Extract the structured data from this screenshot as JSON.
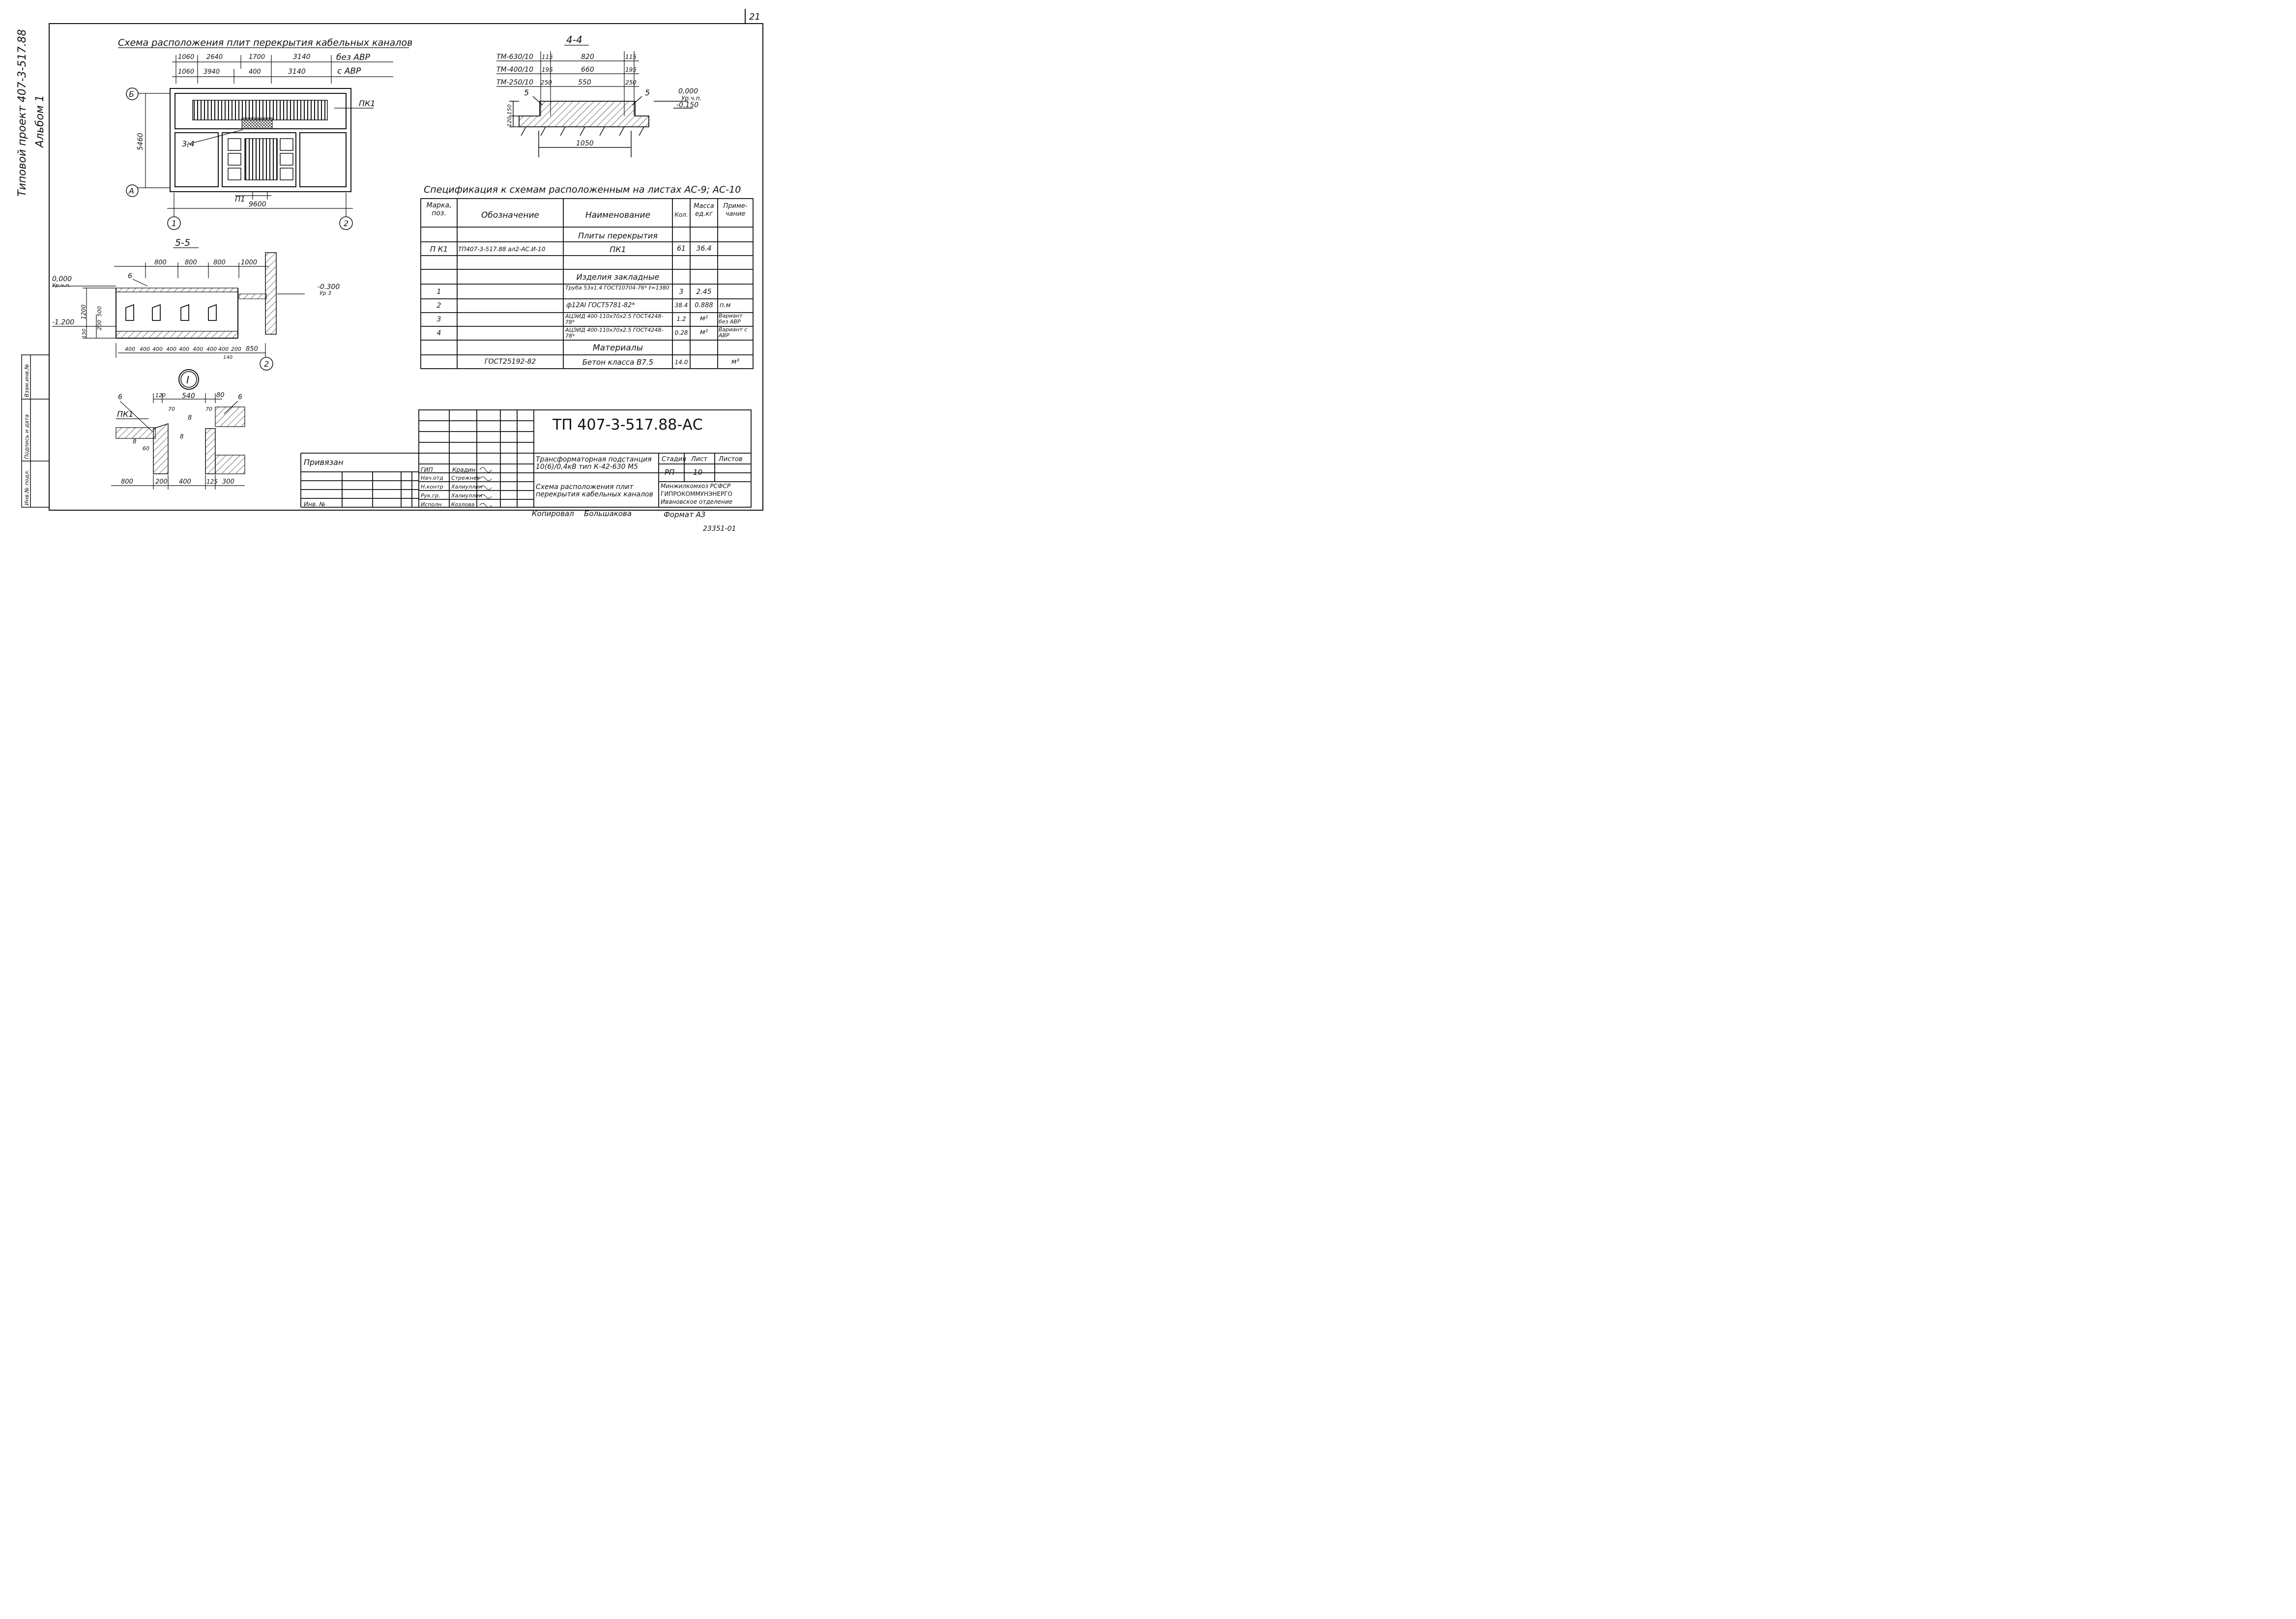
{
  "page_number": "21",
  "side_title": {
    "line1": "Типовой проект 407-3-517.88",
    "line2": "Альбом 1"
  },
  "plan": {
    "title": "Схема расположения плит перекрытия кабельных каналов",
    "dims_row1": [
      "1060",
      "2640",
      "1700",
      "3140"
    ],
    "dims_row1_label": "без АВР",
    "dims_row2": [
      "1060",
      "3940",
      "400",
      "3140"
    ],
    "dims_row2_label": "с АВР",
    "axis_b": "Б",
    "axis_a": "А",
    "axis_1": "1",
    "axis_2": "2",
    "dim_height": "5460",
    "dim_width": "9600",
    "label_pk1": "ПК1",
    "label_34": "3;4",
    "label_p1": "П1"
  },
  "section44": {
    "title": "4-4",
    "rows": [
      {
        "name": "ТМ-630/10",
        "left": "115",
        "mid": "820",
        "right": "115"
      },
      {
        "name": "ТМ-400/10",
        "left": "195",
        "mid": "660",
        "right": "195"
      },
      {
        "name": "ТМ-250/10",
        "left": "250",
        "mid": "550",
        "right": "250"
      }
    ],
    "mark_5_left": "5",
    "mark_5_right": "5",
    "level_000": "0,000",
    "level_ur": "Ур.ч.п.",
    "level_0150": "-0.150",
    "dim_120_150": "120 150",
    "dim_1050": "1050"
  },
  "section55": {
    "title": "5-5",
    "dims_top": [
      "800",
      "800",
      "800",
      "1000"
    ],
    "mark_6": "6",
    "level_000": "0,000",
    "level_ur": "Ур.ч.п.",
    "level_m0300": "-0.300",
    "level_ur3": "Ур 3",
    "level_m1200": "-1.200",
    "dim_1200": "1200",
    "dim_500": "500",
    "dim_200": "200",
    "dim_150": "150",
    "dims_bottom": [
      "400",
      "400",
      "400",
      "400",
      "400",
      "400",
      "400",
      "400",
      "200",
      "850"
    ],
    "dim_140": "140",
    "axis_2": "2"
  },
  "detail1": {
    "title": "I",
    "dims_top": [
      "120",
      "540",
      "80"
    ],
    "mark_6_left": "6",
    "mark_6_right": "6",
    "dim_70_left": "70",
    "dim_70_right": "70",
    "mark_8_left": "8",
    "mark_8_mid": "8",
    "mark_8_center": "8",
    "label_pk1": "ПК1",
    "dim_60": "60",
    "dims_bottom": [
      "800",
      "200",
      "400",
      "125",
      "300"
    ]
  },
  "spec": {
    "title": "Спецификация к схемам расположенным на листах АС-9; АС-10",
    "headers": {
      "mark": "Марка, поз.",
      "designation": "Обозначение",
      "name": "Наименование",
      "qty": "Кол.",
      "mass": "Масса ед.кг",
      "note": "Приме- чание"
    },
    "rows": [
      {
        "mark": "",
        "designation": "",
        "name": "Плиты перекрытия",
        "qty": "",
        "mass": "",
        "note": ""
      },
      {
        "mark": "П К1",
        "designation": "ТП407-3-517.88 ал2-АС.И-10",
        "name": "ПК1",
        "qty": "61",
        "mass": "36.4",
        "note": ""
      },
      {
        "mark": "",
        "designation": "",
        "name": "",
        "qty": "",
        "mass": "",
        "note": ""
      },
      {
        "mark": "",
        "designation": "",
        "name": "Изделия закладные",
        "qty": "",
        "mass": "",
        "note": ""
      },
      {
        "mark": "1",
        "designation": "",
        "name": "Труба 53x1.4 ГОСТ10704-76* ℓ=1380",
        "qty": "3",
        "mass": "2.45",
        "note": ""
      },
      {
        "mark": "2",
        "designation": "",
        "name": "ф12АI ГОСТ5781-82*",
        "qty": "38.4",
        "mass": "0.888",
        "note": "п.м"
      },
      {
        "mark": "3",
        "designation": "",
        "name": "АЦЭИД 400-110x70x2.5 ГОСТ4248-78*",
        "qty": "1.2",
        "mass": "м²",
        "note": "Вариант без АВР"
      },
      {
        "mark": "4",
        "designation": "",
        "name": "АЦЭИД 400-110x70x2.5 ГОСТ4248-78*",
        "qty": "0.28",
        "mass": "м²",
        "note": "Вариант с АВР"
      },
      {
        "mark": "",
        "designation": "",
        "name": "Материалы",
        "qty": "",
        "mass": "",
        "note": ""
      },
      {
        "mark": "",
        "designation": "ГОСТ25192-82",
        "name": "Бетон класса В7.5",
        "qty": "14.0",
        "mass": "",
        "note": "м³"
      }
    ]
  },
  "stamp": {
    "code": "ТП 407-3-517.88-АС",
    "privyazan": "Привязан",
    "inv": "Инв. №",
    "roles": [
      "ГИП",
      "Нач.отд",
      "Н.контр",
      "Рук.гр.",
      "Исполн"
    ],
    "names": [
      "Крадин",
      "Стрежнев",
      "Халиуллин",
      "Халиуллин",
      "Козлова"
    ],
    "title_object": "Трансформаторная подстанция 10(6)/0,4кВ тип К-42-630 М5",
    "title_sheet": "Схема расположения плит перекрытия кабельных каналов",
    "stage_label": "Стадия",
    "sheet_label": "Лист",
    "sheets_label": "Листов",
    "stage_value": "РП",
    "sheet_value": "10",
    "org_line1": "Минжилкомхоз РСФСР",
    "org_line2": "ГИПРОКОММУНЭНЕРГО",
    "org_line3": "Ивановское отделение"
  },
  "left_stamp": {
    "labels": [
      "Инв.№ подл.",
      "Подпись и дата",
      "Взам.инв.№"
    ]
  },
  "footer": {
    "copied": "Копировал",
    "copier": "Большакова",
    "format": "Формат А3",
    "number": "23351-01"
  },
  "colors": {
    "ink": "#111111",
    "paper": "#ffffff"
  }
}
